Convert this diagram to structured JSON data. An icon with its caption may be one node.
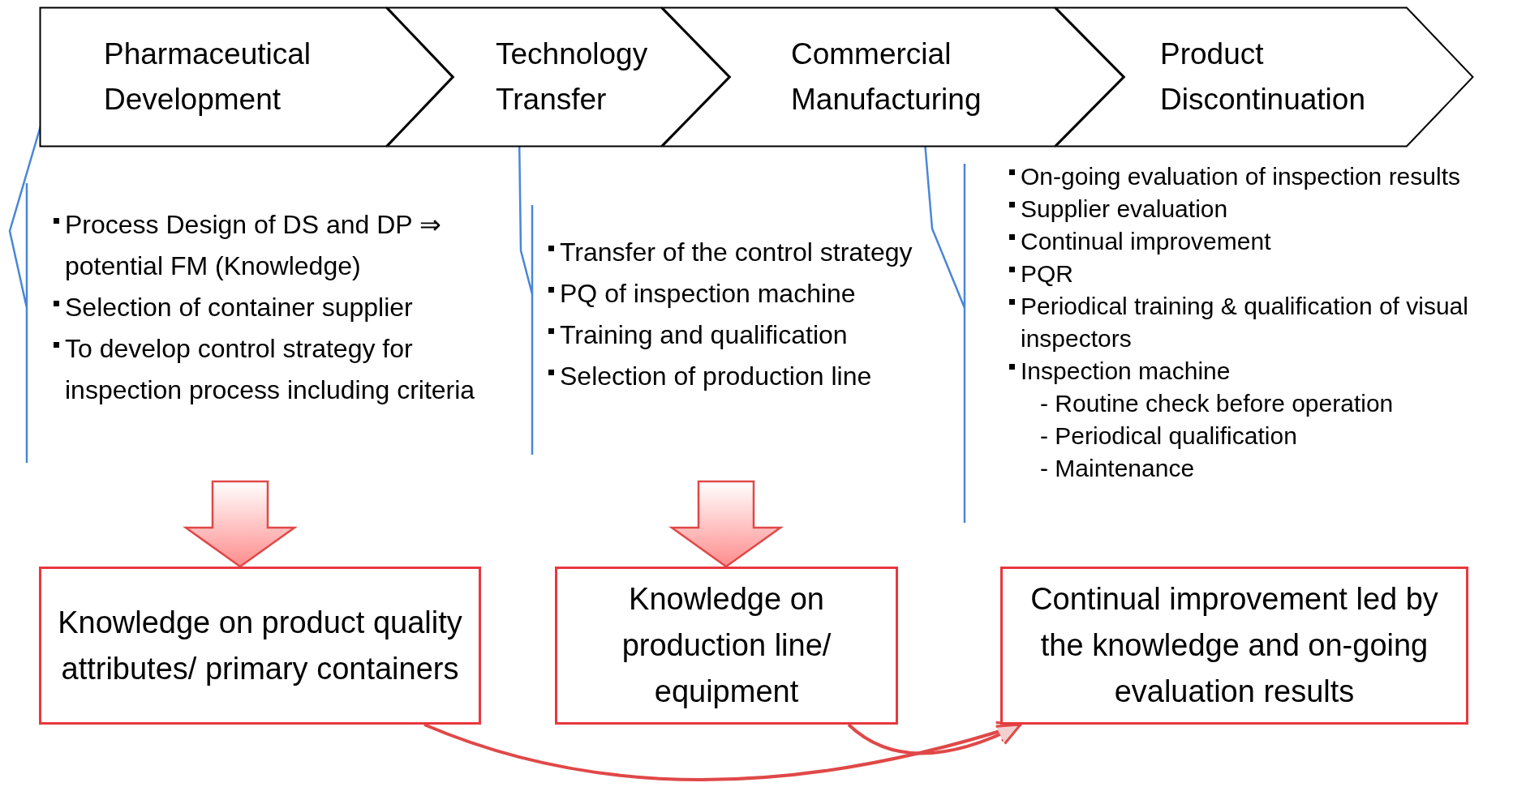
{
  "diagram": {
    "nodes": [
      {
        "text": [
          "Pharmaceutical Development"
        ]
      },
      {
        "text": [
          "Technology Transfer"
        ]
      },
      {
        "text": [
          "Commercial Manufacturing"
        ]
      },
      {
        "text": [
          "Product Discontinuation"
        ]
      },
      {
        "text": [
          "Process Design of DS and DP ⇒ potential FM (Knowledge)",
          "Selection of container supplier",
          "To develop control strategy for inspection process including criteria"
        ]
      },
      {
        "text": [
          "Transfer of the control strategy",
          "PQ of inspection machine",
          "Training and qualification",
          "Selection of production line"
        ]
      },
      {
        "text": [
          "On-going evaluation of inspection results",
          "Supplier evaluation",
          "Continual improvement",
          "PQR",
          "Periodical training & qualification of visual inspectors",
          "Inspection machine",
          "- Routine check before operation",
          "- Periodical qualification",
          "- Maintenance"
        ]
      },
      {
        "text": [
          "Knowledge on product quality attributes/ primary containers"
        ]
      },
      {
        "text": [
          "Knowledge on production line/ equipment"
        ]
      },
      {
        "text": [
          "Continual improvement led by the knowledge and on-going evaluation results"
        ]
      }
    ],
    "edges": [
      {
        "from": 4,
        "to": 7,
        "arrow": "to"
      },
      {
        "from": 5,
        "to": 8,
        "arrow": "to"
      },
      {
        "from": 7,
        "to": 9,
        "arrow": "to"
      },
      {
        "from": 8,
        "to": 9,
        "arrow": "to"
      }
    ]
  }
}
